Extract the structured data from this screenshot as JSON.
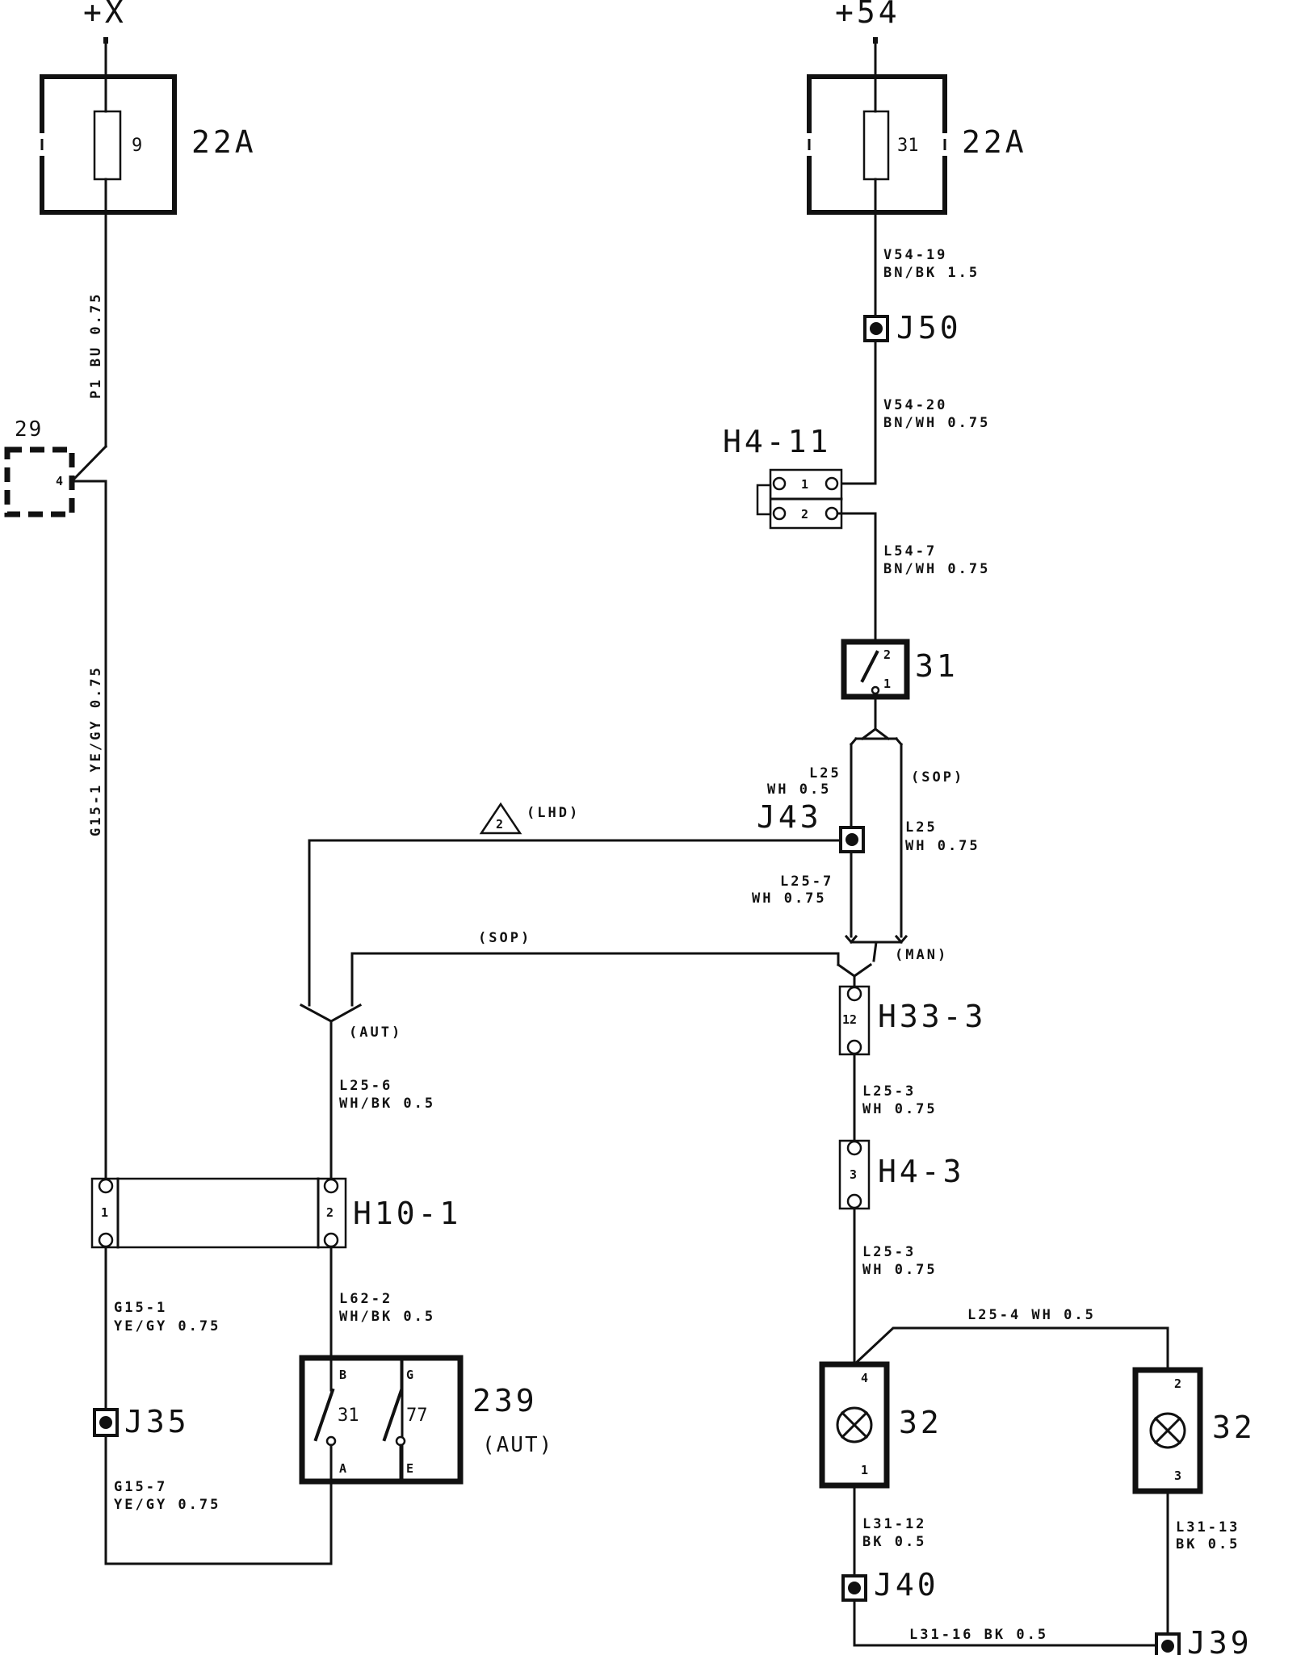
{
  "supplies": {
    "left": "+X",
    "right": "+54"
  },
  "fuses": {
    "left": {
      "number": "9",
      "rating": "22A"
    },
    "right": {
      "number": "31",
      "rating": "22A"
    }
  },
  "components": {
    "c29": {
      "label": "29",
      "pin": "4"
    },
    "c31": {
      "label": "31",
      "pin_top": "2",
      "pin_bottom": "1"
    },
    "c239": {
      "label": "239",
      "variant": "(AUT)",
      "pins": [
        "B",
        "G",
        "A",
        "E"
      ],
      "contacts": [
        "31",
        "77"
      ]
    },
    "lamp_left": {
      "label": "32",
      "pin_top": "4",
      "pin_bottom": "1"
    },
    "lamp_right": {
      "label": "32",
      "pin_top": "2",
      "pin_bottom": "3"
    }
  },
  "connectors": {
    "h4_11": {
      "label": "H4-11",
      "pins": [
        "1",
        "2"
      ]
    },
    "h33_3": {
      "label": "H33-3",
      "pin": "12"
    },
    "h4_3": {
      "label": "H4-3",
      "pin": "3"
    },
    "h10_1": {
      "label": "H10-1",
      "pins": [
        "1",
        "2"
      ]
    }
  },
  "junctions": {
    "j50": "J50",
    "j43": "J43",
    "j35": "J35",
    "j40": "J40",
    "j39": "J39"
  },
  "wires": {
    "p1": "P1 BU 0.75",
    "g15_1_v": "G15-1 YE/GY 0.75",
    "v54_19": {
      "id": "V54-19",
      "spec": "BN/BK 1.5"
    },
    "v54_20": {
      "id": "V54-20",
      "spec": "BN/WH 0.75"
    },
    "l54_7": {
      "id": "L54-7",
      "spec": "BN/WH 0.75"
    },
    "l25_a": {
      "id": "L25",
      "spec": "WH 0.5"
    },
    "l25_b": {
      "id": "L25",
      "spec": "WH 0.75"
    },
    "l25_7": {
      "id": "L25-7",
      "spec": "WH 0.75"
    },
    "l25_6": {
      "id": "L25-6",
      "spec": "WH/BK 0.5"
    },
    "l25_3a": {
      "id": "L25-3",
      "spec": "WH 0.75"
    },
    "l25_3b": {
      "id": "L25-3",
      "spec": "WH 0.75"
    },
    "l25_4": "L25-4  WH  0.5",
    "g15_1": {
      "id": "G15-1",
      "spec": "YE/GY 0.75"
    },
    "l62_2": {
      "id": "L62-2",
      "spec": "WH/BK 0.5"
    },
    "g15_7": {
      "id": "G15-7",
      "spec": "YE/GY 0.75"
    },
    "l31_12": {
      "id": "L31-12",
      "spec": "BK 0.5"
    },
    "l31_13": {
      "id": "L31-13",
      "spec": "BK 0.5"
    },
    "l31_16": "L31-16  BK  0.5"
  },
  "variants": {
    "sop_upper": "(SOP)",
    "sop_lower": "(SOP)",
    "man": "(MAN)",
    "aut": "(AUT)",
    "lhd": "(LHD)",
    "note_number": "2"
  }
}
